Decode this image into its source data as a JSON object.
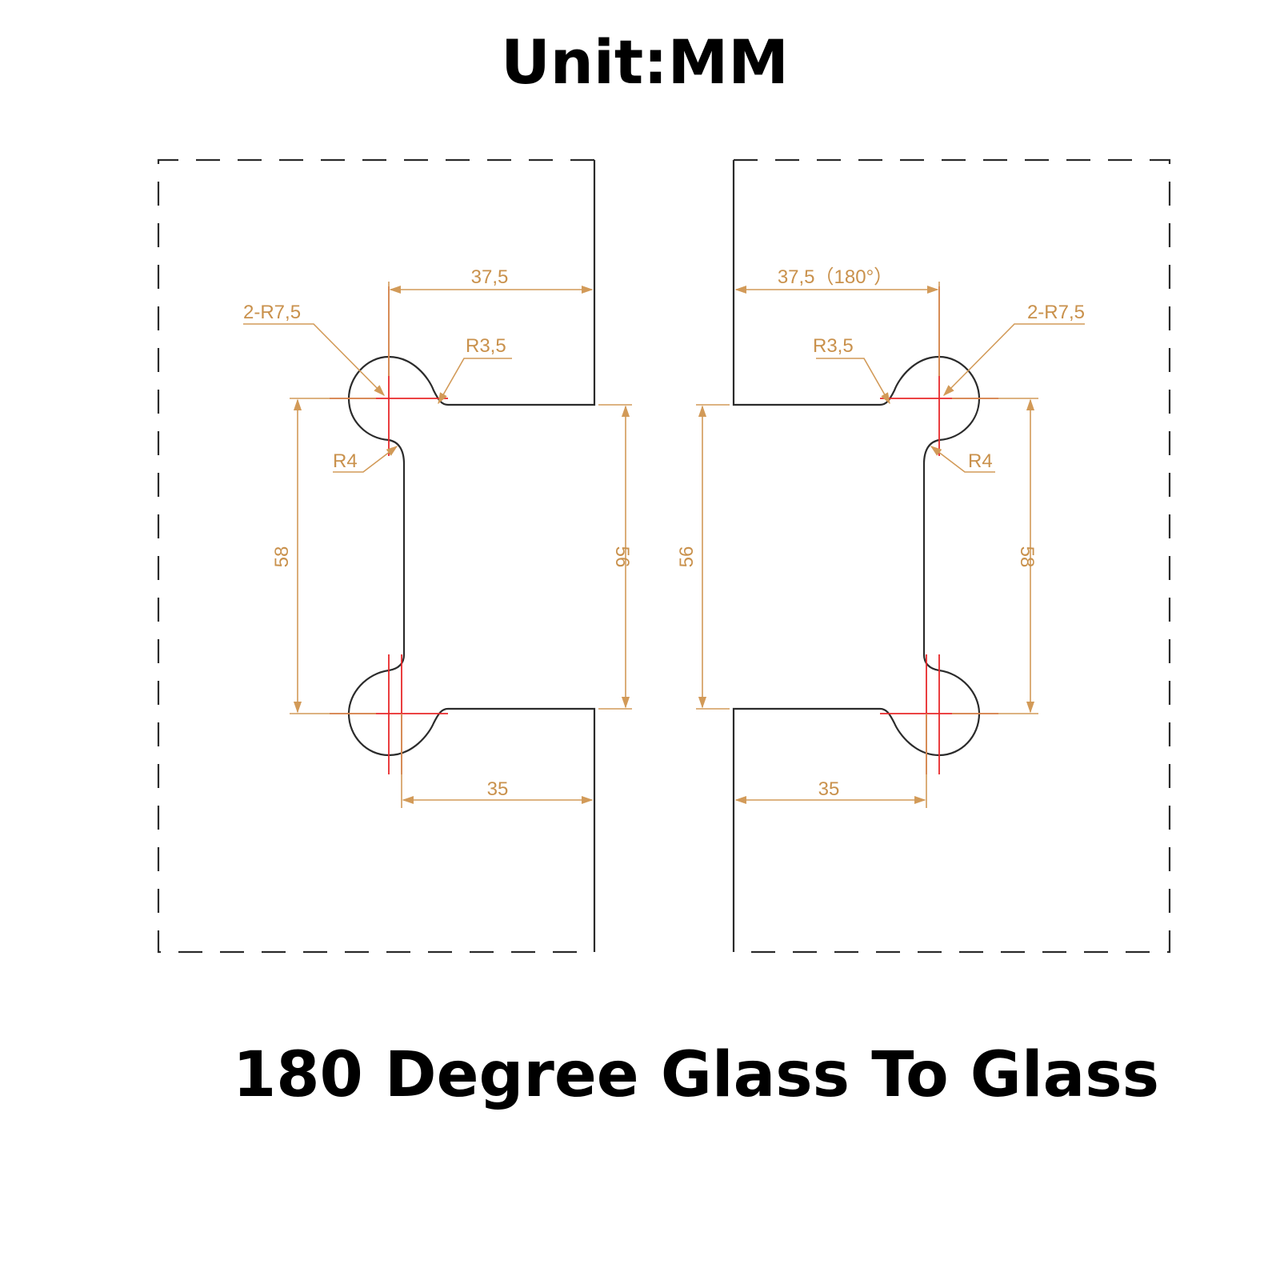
{
  "title": "Unit:MM",
  "caption": "180 Degree Glass To Glass",
  "colors": {
    "outline": "#2b2b2b",
    "dimension": "#d29a58",
    "dimension_text": "#c9914c",
    "centerline": "#e8282a",
    "background": "#ffffff"
  },
  "left_panel": {
    "top_width_label": "37,5",
    "bottom_width_label": "35",
    "large_radius_label": "2-R7,5",
    "small_radius_label": "R3,5",
    "corner_radius_label": "R4",
    "outer_height_label": "58",
    "inner_height_label": "56"
  },
  "right_panel": {
    "top_width_label": "37,5（180°）",
    "bottom_width_label": "35",
    "large_radius_label": "2-R7,5",
    "small_radius_label": "R3,5",
    "corner_radius_label": "R4",
    "outer_height_label": "58",
    "inner_height_label": "56"
  }
}
